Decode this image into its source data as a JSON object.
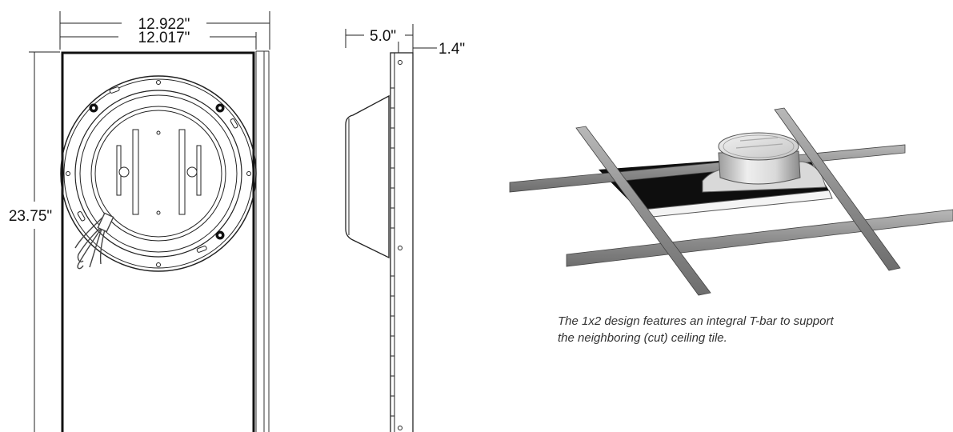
{
  "front_view": {
    "dim_outer_width": "12.922\"",
    "dim_inner_width": "12.017\"",
    "dim_height": "23.75\""
  },
  "side_view": {
    "dim_depth": "5.0\"",
    "dim_flange": "1.4\""
  },
  "caption": {
    "line1": "The 1x2 design features an integral T-bar to support",
    "line2": "the neighboring (cut) ceiling tile."
  }
}
